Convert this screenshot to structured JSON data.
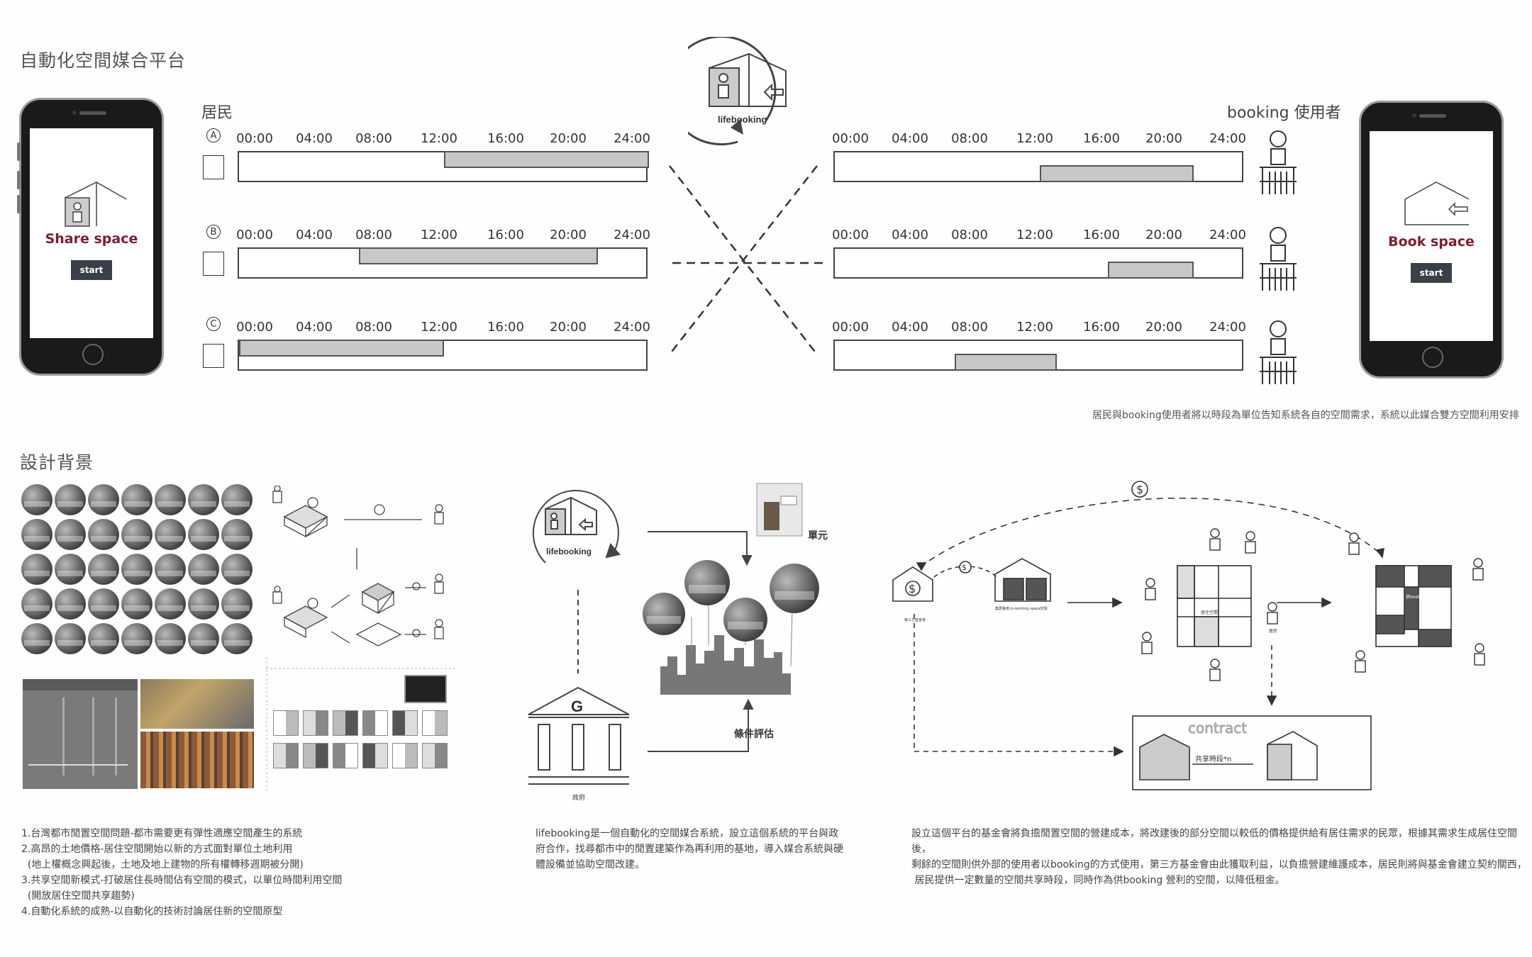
{
  "titles": {
    "platform": "自動化空間媒合平台",
    "background": "設計背景"
  },
  "residents": {
    "label": "居民",
    "rows": [
      {
        "id": "A",
        "start": 12,
        "end": 24
      },
      {
        "id": "B",
        "start": 7,
        "end": 21
      },
      {
        "id": "C",
        "start": 0,
        "end": 12
      }
    ]
  },
  "booking_users": {
    "label": "booking 使用者",
    "rows": [
      {
        "start": 12,
        "end": 21
      },
      {
        "start": 16,
        "end": 21
      },
      {
        "start": 7,
        "end": 13
      }
    ]
  },
  "time_ticks": [
    "00:00",
    "04:00",
    "08:00",
    "12:00",
    "16:00",
    "20:00",
    "24:00"
  ],
  "left_phone": {
    "title": "Share space",
    "button": "start"
  },
  "right_phone": {
    "title": "Book space",
    "button": "start"
  },
  "logo": {
    "text": "lifebooking"
  },
  "caption_top": "居民與booking使用者將以時段為單位告知系統各自的空間需求，系統以此媒合雙方空間利用安排",
  "middle_diagram": {
    "unit_label": "單元",
    "eval_label": "條件評估",
    "gov_label": "政府",
    "gov_letter": "G"
  },
  "right_diagram": {
    "contract": "contract",
    "share_label": "共享時段*n",
    "fund_label": "第三方基金會",
    "coworking_label": "集居養老co-working space空間",
    "resident_label": "居民",
    "unit_label": "居住空間",
    "booking_label": "供booking的營利空間",
    "dollar": "$"
  },
  "bg_list": [
    "1.台灣都市閒置空間問題-都市需要更有彈性適應空間產生的系統",
    "2.高昂的土地價格-居住空間開始以新的方式面對單位土地利用",
    "  (地上權概念興起後，土地及地上建物的所有權轉移週期被分開)",
    "3.共享空間新模式-打破居住長時間佔有空間的模式，以單位時間利用空間",
    "  (開放居住空間共享趨勢)",
    "4.自動化系統的成熟-以自動化的技術討論居住新的空間原型"
  ],
  "middle_para": [
    "lifebooking是一個自動化的空間媒合系統，設立這個系統的平台與政",
    "府合作，找尋都市中的閒置建築作為再利用的基地，導入媒合系統與硬",
    "體設備並協助空間改建。"
  ],
  "right_para": [
    "設立這個平台的基金會將負擔閒置空間的營建成本，將改建後的部分空間以較低的價格提供給有居住需求的民眾，根據其需求生成居住空間後，",
    "剩餘的空間則供外部的使用者以booking的方式使用，第三方基金會由此獲取利益，以負擔營建維護成本，居民則將與基金會建立契約關西，",
    " 居民提供一定數量的空間共享時段，同時作為供booking 營利的空間，以降低租金。"
  ],
  "colors": {
    "accent": "#7a1e2e",
    "bar_fill": "#c8c8c8",
    "button": "#3a3f48"
  }
}
